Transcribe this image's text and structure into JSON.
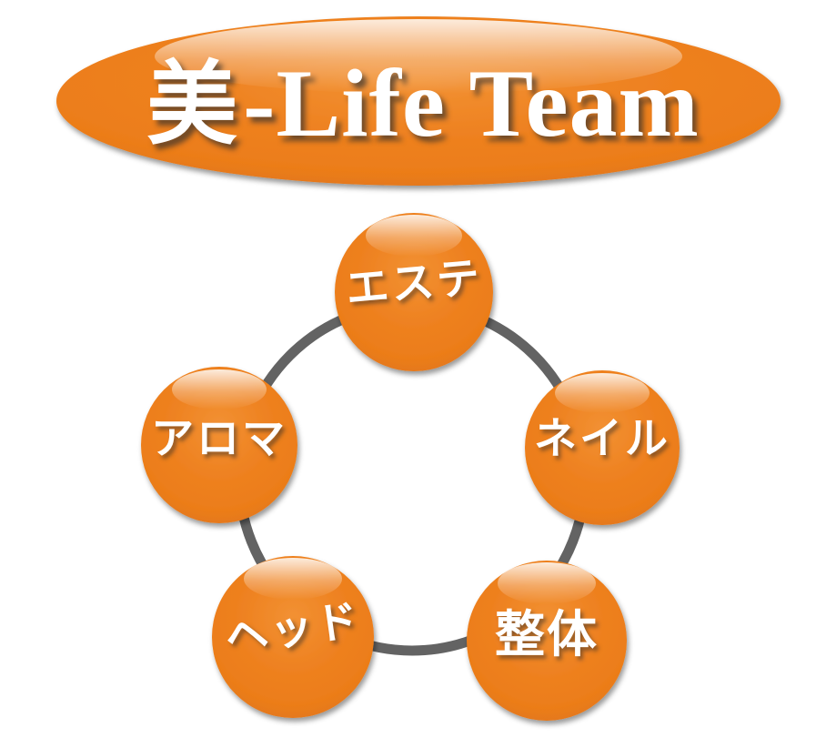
{
  "banner": {
    "title": "美 -Life Team",
    "title_kanji": "美",
    "title_rest": " -Life Team"
  },
  "nodes": [
    {
      "label": "エステ"
    },
    {
      "label": "ネイル"
    },
    {
      "label": "整体"
    },
    {
      "label": "ヘッド"
    },
    {
      "label": "アロマ"
    }
  ],
  "colors": {
    "orb_orange": "#ED7E1B",
    "orb_orange_light": "#F29133",
    "orb_orange_dark": "#C66C20",
    "ring_gray": "#636363",
    "text_white": "#FFFFFF",
    "background": "#FFFFFF"
  }
}
